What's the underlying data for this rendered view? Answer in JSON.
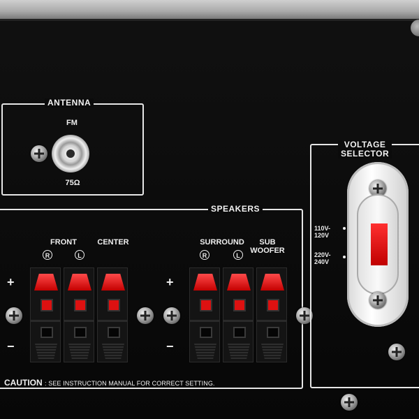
{
  "antenna": {
    "title": "ANTENNA",
    "fm_label": "FM",
    "impedance": "75Ω"
  },
  "speakers": {
    "title": "SPEAKERS",
    "front_label": "FRONT",
    "center_label": "CENTER",
    "surround_label": "SURROUND",
    "subwoofer_label": "SUB\nWOOFER",
    "right_marker": "R",
    "left_marker": "L",
    "plus_sign": "+",
    "minus_sign": "−"
  },
  "voltage": {
    "title": "VOLTAGE\nSELECTOR",
    "option_low": "110V-\n120V",
    "option_high": "220V-\n240V"
  },
  "caution": {
    "label": "CAUTION",
    "text": ": SEE INSTRUCTION MANUAL FOR CORRECT SETTING."
  },
  "colors": {
    "panel": "#0b0b0b",
    "terminal_red": "#e21b1b",
    "switch_red": "#e00000",
    "label_white": "#eeeeee"
  }
}
